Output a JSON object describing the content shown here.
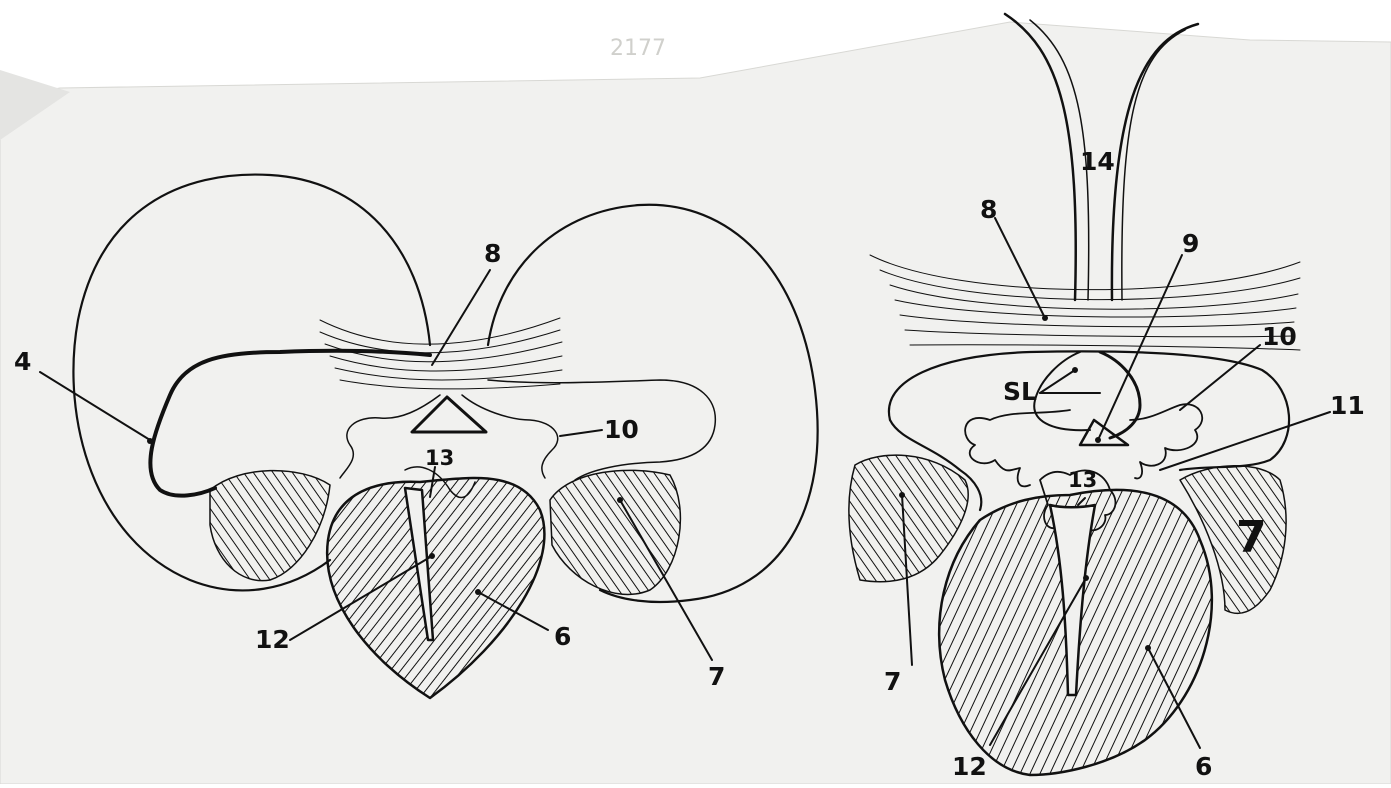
{
  "sheet": {
    "pencil_note": "2177"
  },
  "left_diagram": {
    "labels": {
      "l4": "4",
      "l8": "8",
      "l10": "10",
      "l13": "13",
      "l12": "12",
      "l6": "6",
      "l7": "7"
    }
  },
  "right_diagram": {
    "labels": {
      "l14": "14",
      "l8": "8",
      "l9": "9",
      "l10": "10",
      "l11": "11",
      "lSL": "SL",
      "l13": "13",
      "l7a": "7",
      "l7b": "7",
      "l12": "12",
      "l6": "6"
    }
  },
  "colors": {
    "paper": "#f1f1ef",
    "ink": "#111111",
    "background": "#ffffff"
  }
}
